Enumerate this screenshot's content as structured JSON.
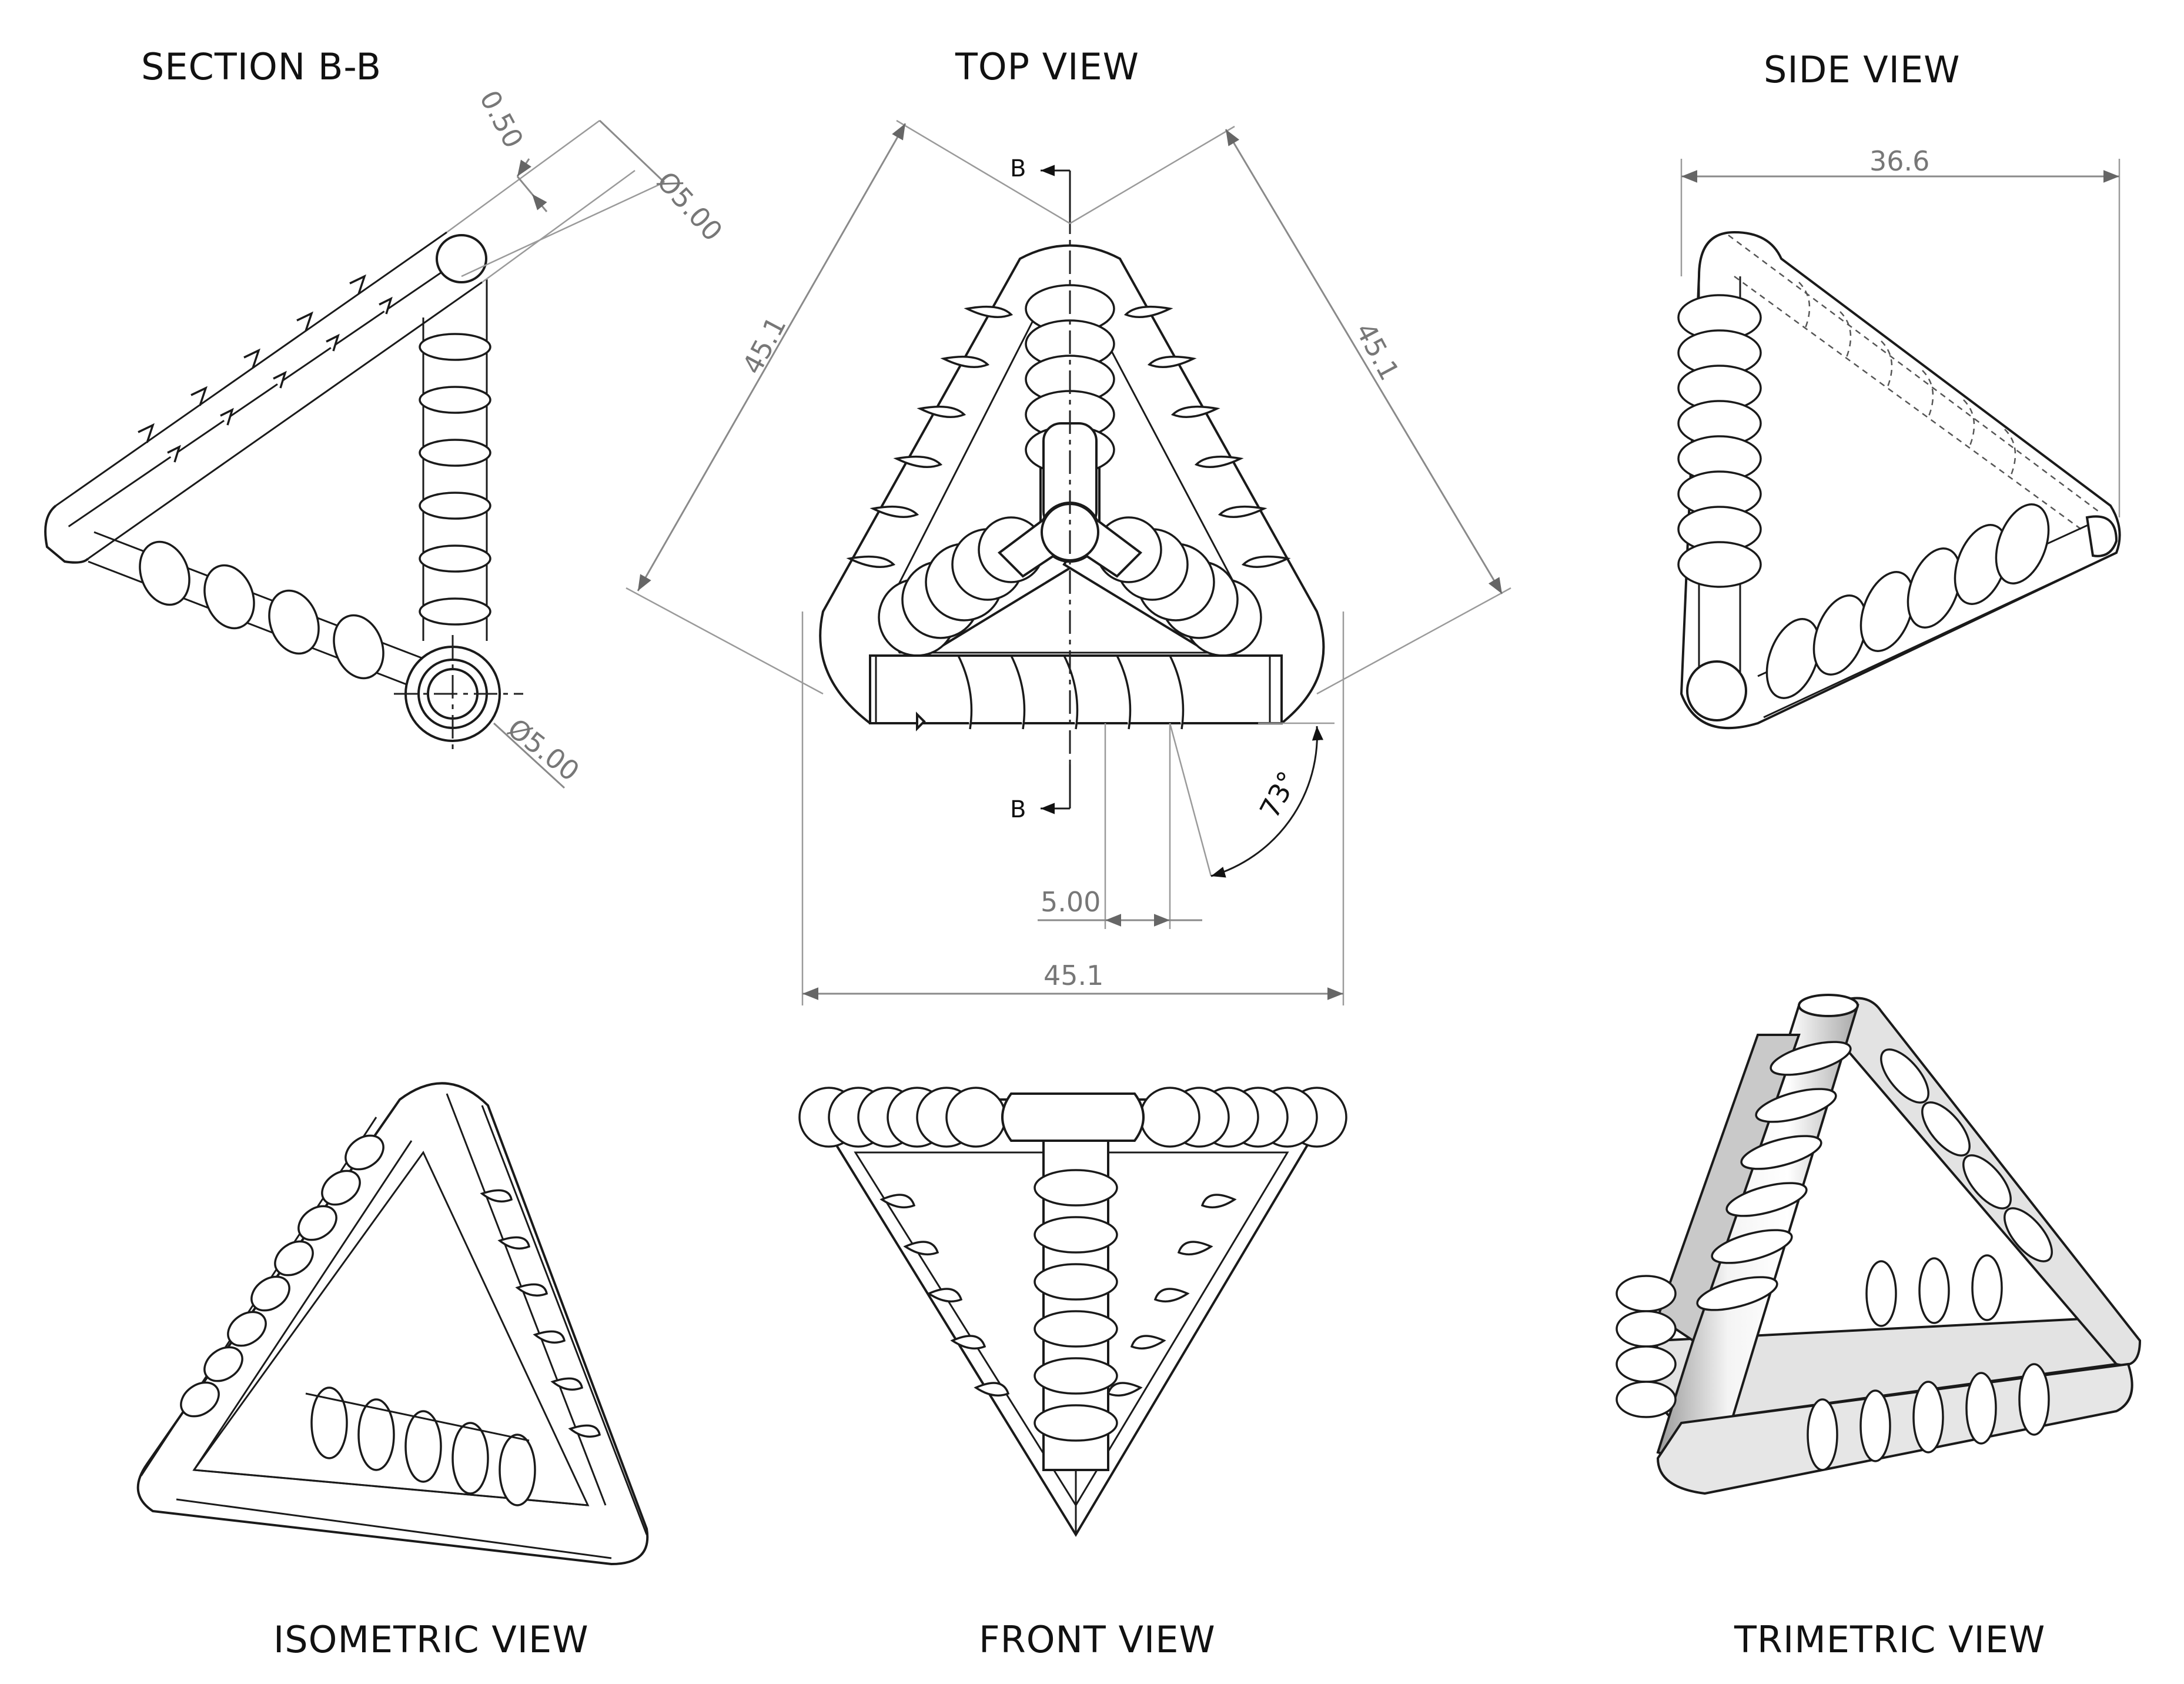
{
  "titles": {
    "section": "SECTION B-B",
    "top": "TOP VIEW",
    "side": "SIDE VIEW",
    "isometric": "ISOMETRIC VIEW",
    "front": "FRONT VIEW",
    "trimetric": "TRIMETRIC VIEW"
  },
  "dimensions": {
    "section_gap": "0.50",
    "section_diameter_top": "Ø5.00",
    "section_diameter_bottom": "Ø5.00",
    "top_side_left": "45.1",
    "top_side_right": "45.1",
    "top_bottom": "45.1",
    "top_pitch": "5.00",
    "top_angle": "73°",
    "side_width": "36.6"
  },
  "cut_labels": {
    "upper": "B",
    "lower": "B"
  }
}
